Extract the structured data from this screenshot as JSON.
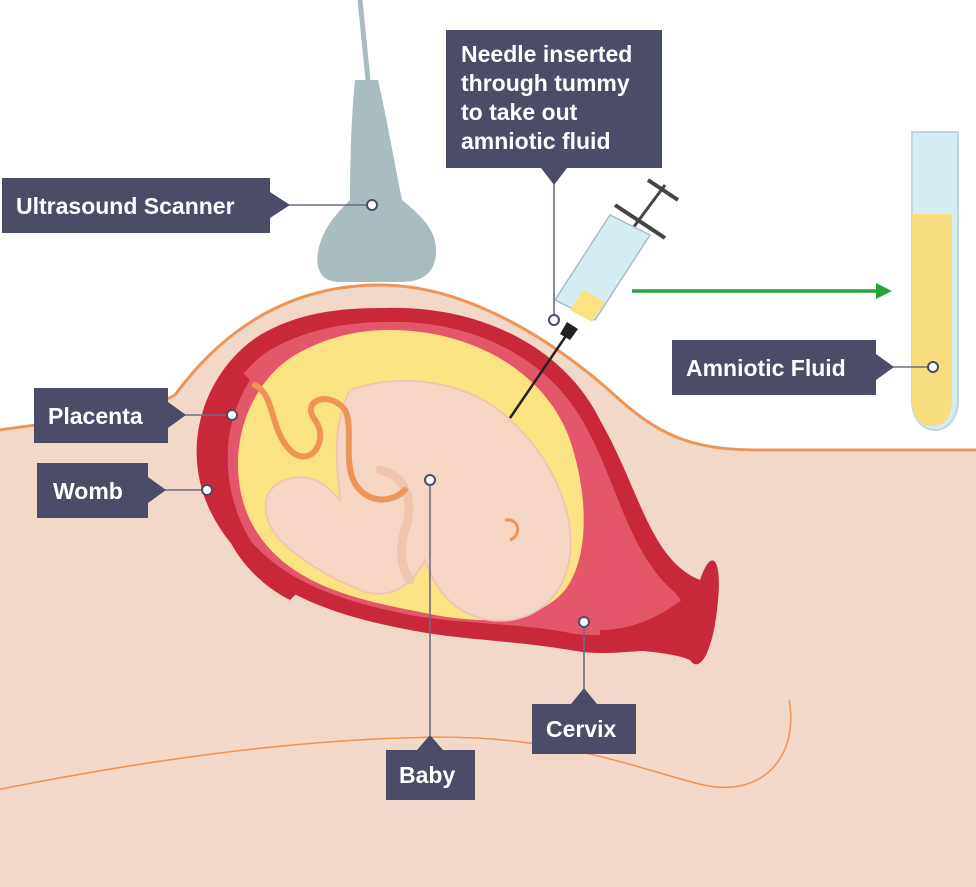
{
  "labels": {
    "ultrasound": "Ultrasound Scanner",
    "needle": [
      "Needle inserted",
      "through tummy",
      "to take out",
      "amniotic fluid"
    ],
    "amniotic_fluid": "Amniotic Fluid",
    "placenta": "Placenta",
    "womb": "Womb",
    "baby": "Baby",
    "cervix": "Cervix"
  },
  "colors": {
    "label_box": "#4a4c68",
    "skin": "#f2d8c8",
    "skin_outline": "#ee9455",
    "womb_wall": "#c8283a",
    "amniotic": "#fbe383",
    "baby": "#f5d6c4",
    "scanner": "#a9bcc0",
    "tube_glass": "#d5ecf3",
    "arrow": "#27a43f"
  }
}
